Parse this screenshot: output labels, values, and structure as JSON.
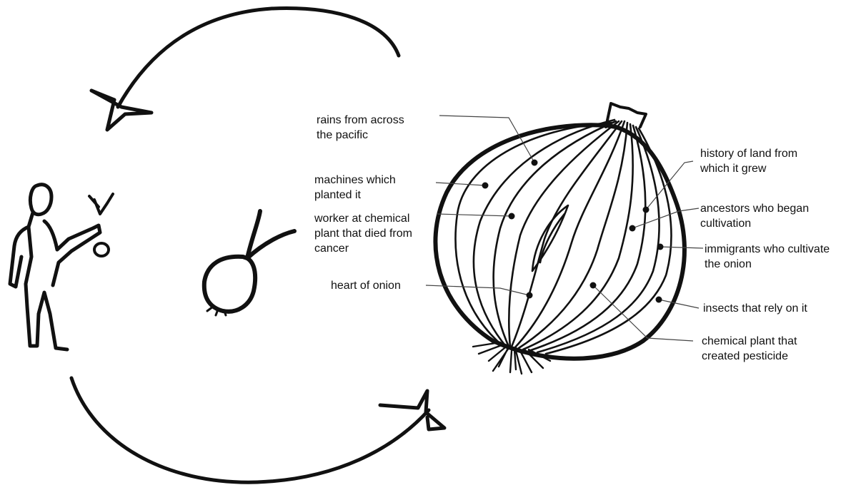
{
  "labels": {
    "rains": "rains from across\nthe pacific",
    "machines": "machines which\nplanted it",
    "worker": "worker at chemical\nplant that died from\ncancer",
    "heart": "heart of onion",
    "history": "history of land from\nwhich it grew",
    "ancestors": "ancestors who began\ncultivation",
    "immigrants": "immigrants who cultivate\nthe onion",
    "insects": "insects that rely on it",
    "chemical_plant": "chemical plant that\ncreated pesticide"
  },
  "icons": {
    "top_arrow": "curved-arrow-left-icon",
    "bottom_arrow": "curved-arrow-right-icon",
    "person": "person-icon",
    "small_onion": "onion-icon",
    "large_onion": "onion-cross-section-icon"
  }
}
